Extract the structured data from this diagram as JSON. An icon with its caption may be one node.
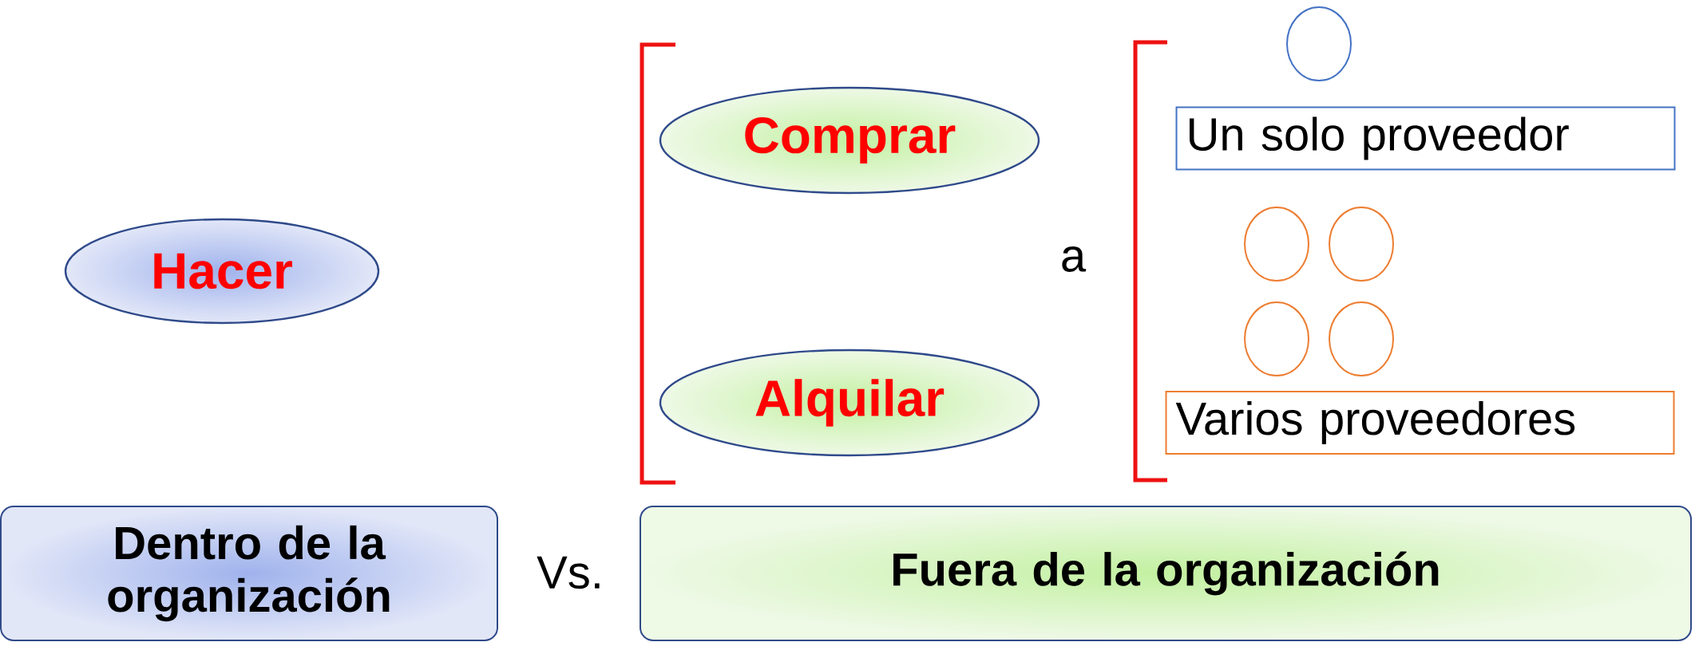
{
  "diagram": {
    "nodes": [
      {
        "text": [
          "Hacer"
        ]
      },
      {
        "text": [
          "Comprar"
        ]
      },
      {
        "text": [
          "Alquilar"
        ]
      },
      {
        "text": [],
        "shape": "circle"
      },
      {
        "text": [
          "Un solo proveedor"
        ]
      },
      {
        "text": [],
        "shape": "circle"
      },
      {
        "text": [],
        "shape": "circle"
      },
      {
        "text": [],
        "shape": "circle"
      },
      {
        "text": [],
        "shape": "circle"
      },
      {
        "text": [
          "Varios proveedores"
        ]
      },
      {
        "text": [
          "Dentro de la organización"
        ]
      },
      {
        "text": [
          "Fuera de la organización"
        ]
      }
    ],
    "edges": [],
    "labels": [
      "a",
      "Vs."
    ]
  }
}
